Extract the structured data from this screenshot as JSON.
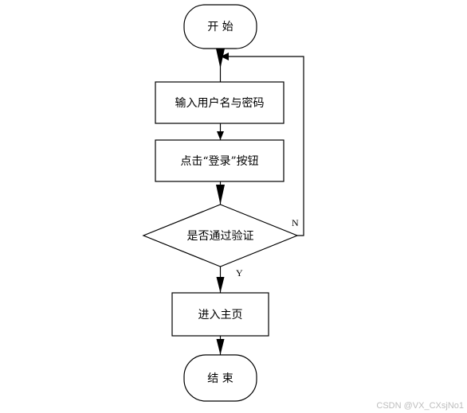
{
  "nodes": {
    "start": "开  始",
    "input": "输入用户名与密码",
    "click": "点击“登录”按钮",
    "check": "是否通过验证",
    "home": "进入主页",
    "end": "结  束"
  },
  "edges": {
    "yes_label": "Y",
    "no_label": "N"
  },
  "watermark": "CSDN @VX_CXsjNo1"
}
